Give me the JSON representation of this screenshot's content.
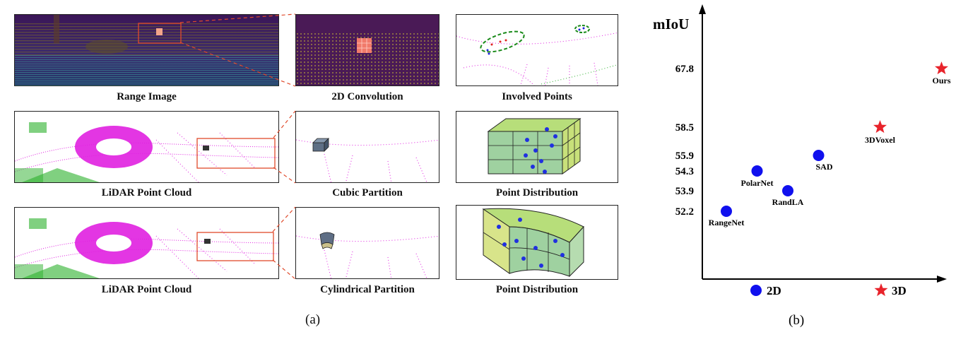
{
  "figure_a": {
    "rows": [
      {
        "left": "Range Image",
        "middle": "2D Convolution",
        "right": "Involved Points"
      },
      {
        "left": "LiDAR Point Cloud",
        "middle": "Cubic Partition",
        "right": "Point Distribution"
      },
      {
        "left": "LiDAR Point Cloud",
        "middle": "Cylindrical Partition",
        "right": "Point Distribution"
      }
    ],
    "label": "(a)"
  },
  "figure_b": {
    "label": "(b)",
    "colors": {
      "2d": "#1010ee",
      "3d": "#e8232b"
    },
    "legend": [
      {
        "marker": "circle",
        "label": "2D"
      },
      {
        "marker": "star",
        "label": "3D"
      }
    ]
  },
  "chart_data": {
    "type": "scatter",
    "ylabel": "mIoU",
    "yticks": [
      52.2,
      53.9,
      54.3,
      55.9,
      58.5,
      67.8
    ],
    "yticklabels": [
      "52.2",
      "53.9",
      "54.3",
      "55.9",
      "58.5",
      "67.8"
    ],
    "series": [
      {
        "name": "2D",
        "marker": "circle",
        "points": [
          {
            "label": "RangeNet",
            "x": 1,
            "y": 52.2
          },
          {
            "label": "PolarNet",
            "x": 2,
            "y": 54.3
          },
          {
            "label": "RandLA",
            "x": 3,
            "y": 53.9
          },
          {
            "label": "SAD",
            "x": 4,
            "y": 55.9
          }
        ]
      },
      {
        "name": "3D",
        "marker": "star",
        "points": [
          {
            "label": "3DVoxel",
            "x": 6,
            "y": 58.5
          },
          {
            "label": "Ours",
            "x": 8,
            "y": 67.8
          }
        ]
      }
    ]
  }
}
